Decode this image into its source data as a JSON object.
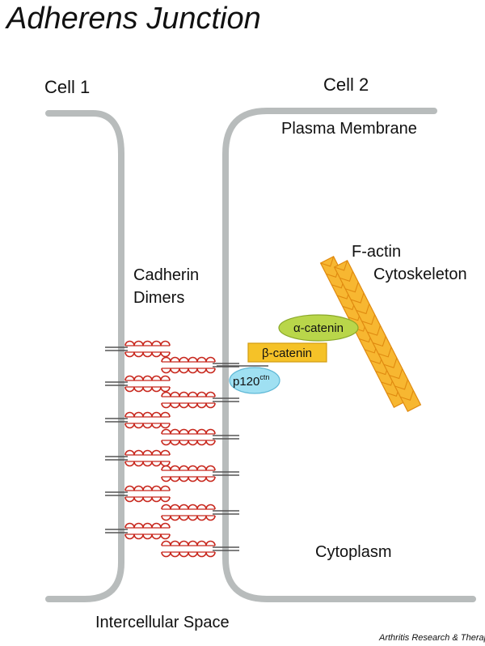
{
  "title": "Adherens Junction",
  "cells": {
    "cell1": "Cell 1",
    "cell2": "Cell 2"
  },
  "labels": {
    "plasma_membrane": "Plasma Membrane",
    "factin_line1": "F-actin",
    "factin_line2": "Cytoskeleton",
    "cadherin_line1": "Cadherin",
    "cadherin_line2": "Dimers",
    "cytoplasm": "Cytoplasm",
    "intercellular_space": "Intercellular Space"
  },
  "proteins": {
    "alpha_catenin": "α-catenin",
    "beta_catenin": "β-catenin",
    "p120_base": "p120",
    "p120_sup": "ctn"
  },
  "source": "Arthritis Research & Therapy",
  "colors": {
    "membrane": "#b8bcbc",
    "cadherin": "#c8281e",
    "alpha_catenin": "#b9d64a",
    "beta_catenin": "#f5c228",
    "p120": "#9fe0f2",
    "actin": "#f7b731"
  }
}
